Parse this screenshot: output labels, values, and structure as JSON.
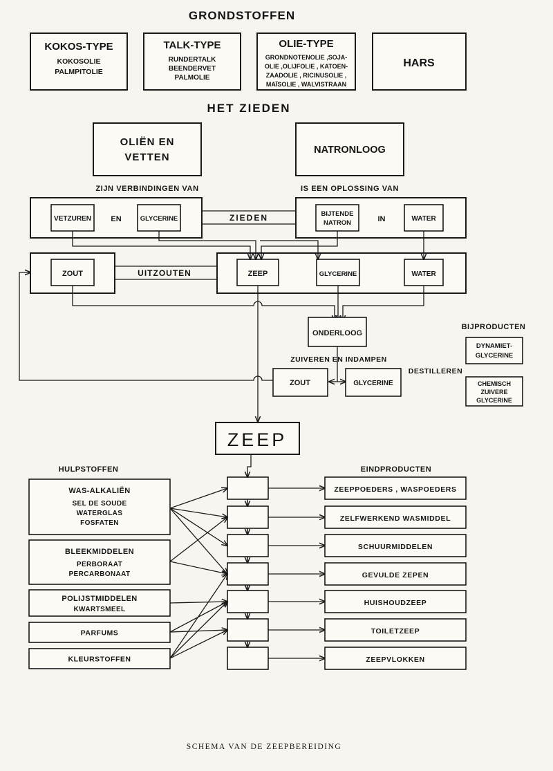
{
  "headings": {
    "grondstoffen": "GRONDSTOFFEN",
    "het_zieden": "HET ZIEDEN",
    "bijproducten": "BIJPRODUCTEN",
    "hulpstoffen": "HULPSTOFFEN",
    "eindproducten": "EINDPRODUCTEN",
    "caption": "SCHEMA VAN DE ZEEPBEREIDING"
  },
  "raw_materials": {
    "kokos": {
      "title": "KOKOS-TYPE",
      "lines": [
        "KOKOSOLIE",
        "PALMPITOLIE"
      ]
    },
    "talk": {
      "title": "TALK-TYPE",
      "lines": [
        "RUNDERTALK",
        "BEENDERVET",
        "PALMOLIE"
      ]
    },
    "olie": {
      "title": "OLIE-TYPE",
      "lines": [
        "GRONDNOTENOLIE ,SOJA-",
        "OLIE ,OLIJFOLIE , KATOEN-",
        "ZAADOLIE , RICINUSOLIE ,",
        "MAÏSOLIE , WALVISTRAAN"
      ]
    },
    "hars": {
      "title": "HARS"
    }
  },
  "inputs": {
    "olien_vetten": [
      "OLIËN EN",
      "VETTEN"
    ],
    "natronloog": "NATRONLOOG",
    "zijn_verbindingen": "ZIJN VERBINDINGEN VAN",
    "is_oplossing": "IS EEN OPLOSSING VAN"
  },
  "reaction": {
    "vetzuren": "VETZUREN",
    "en": "EN",
    "glycerine": "GLYCERINE",
    "zieden": "ZIEDEN",
    "bijtende_natron": [
      "BIJTENDE",
      "NATRON"
    ],
    "in": "IN",
    "water": "WATER"
  },
  "salting": {
    "zout": "ZOUT",
    "uitzouten": "UITZOUTEN",
    "zeep": "ZEEP",
    "glycerine": "GLYCERINE",
    "water": "WATER"
  },
  "lye": {
    "onderloog": "ONDERLOOG",
    "zuiveren": "ZUIVEREN EN INDAMPEN",
    "zout": "ZOUT",
    "glycerine": "GLYCERINE",
    "destilleren": "DESTILLEREN"
  },
  "byproducts": [
    [
      "DYNAMIET-",
      "GLYCERINE"
    ],
    [
      "CHEMISCH",
      "ZUIVERE",
      "GLYCERINE"
    ]
  ],
  "zeep_main": "ZEEP",
  "auxiliaries": [
    {
      "title": "WAS-ALKALIËN",
      "lines": [
        "SEL DE SOUDE",
        "WATERGLAS",
        "FOSFATEN"
      ]
    },
    {
      "title": "BLEEKMIDDELEN",
      "lines": [
        "PERBORAAT",
        "PERCARBONAAT"
      ]
    },
    {
      "title": "POLIJSTMIDDELEN",
      "lines": [
        "KWARTSMEEL"
      ]
    },
    {
      "title": "PARFUMS",
      "lines": []
    },
    {
      "title": "KLEURSTOFFEN",
      "lines": []
    }
  ],
  "end_products": [
    "ZEEPPOEDERS , WASPOEDERS",
    "ZELFWERKEND WASMIDDEL",
    "SCHUURMIDDELEN",
    "GEVULDE ZEPEN",
    "HUISHOUDZEEP",
    "TOILETZEEP",
    "ZEEPVLOKKEN"
  ]
}
